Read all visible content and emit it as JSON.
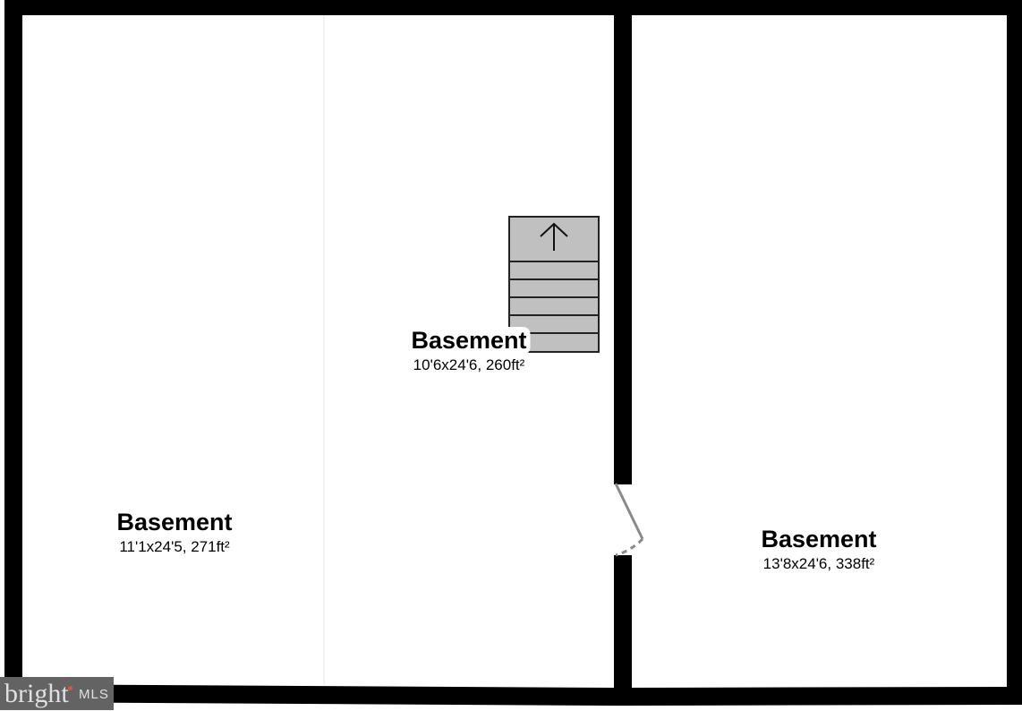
{
  "rooms": [
    {
      "name": "Basement",
      "dimensions": "11'1x24'5, 271ft²"
    },
    {
      "name": "Basement",
      "dimensions": "10'6x24'6, 260ft²"
    },
    {
      "name": "Basement",
      "dimensions": "13'8x24'6, 338ft²"
    }
  ],
  "watermark": {
    "brand": "bright",
    "suffix": "MLS"
  }
}
